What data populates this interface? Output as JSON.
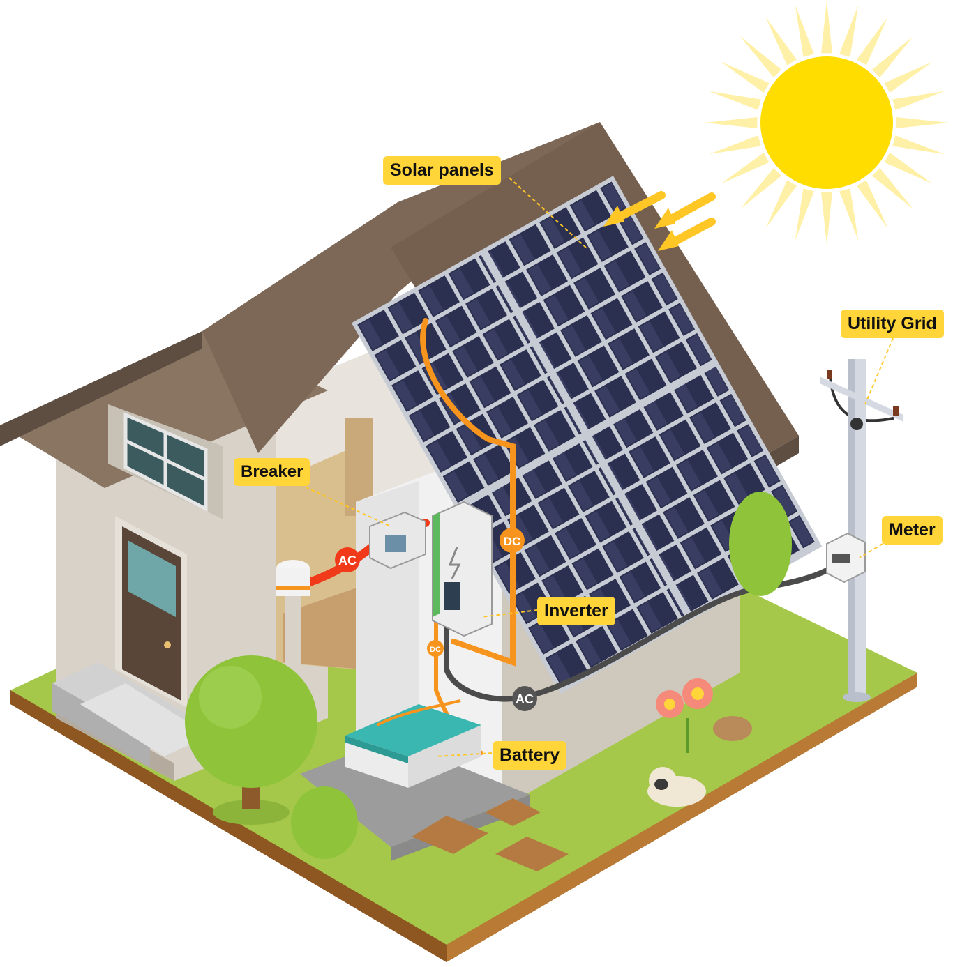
{
  "labels": {
    "solar_panels": "Solar panels",
    "utility_grid": "Utility Grid",
    "breaker": "Breaker",
    "meter": "Meter",
    "inverter": "Inverter",
    "battery": "Battery"
  },
  "badges": {
    "ac_breaker": "AC",
    "dc_inverter": "DC",
    "dc_battery": "DC",
    "ac_grid": "AC"
  },
  "colors": {
    "sun": "#FFDD00",
    "sun_rays": "#FFF0A8",
    "roof": "#8A7563",
    "roof_dark": "#5E4E42",
    "wall": "#D8D2C8",
    "wall_shadow": "#BDB6AB",
    "panel_cell": "#2C3050",
    "panel_frame": "#C7CBD4",
    "grass": "#A6C84A",
    "soil": "#A56A2C",
    "ac_cable": "#F03A1A",
    "dc_cable": "#F7941D",
    "grid_cable": "#4B4B4B",
    "callout": "#FFD53A",
    "battery": "#39B7B0"
  }
}
